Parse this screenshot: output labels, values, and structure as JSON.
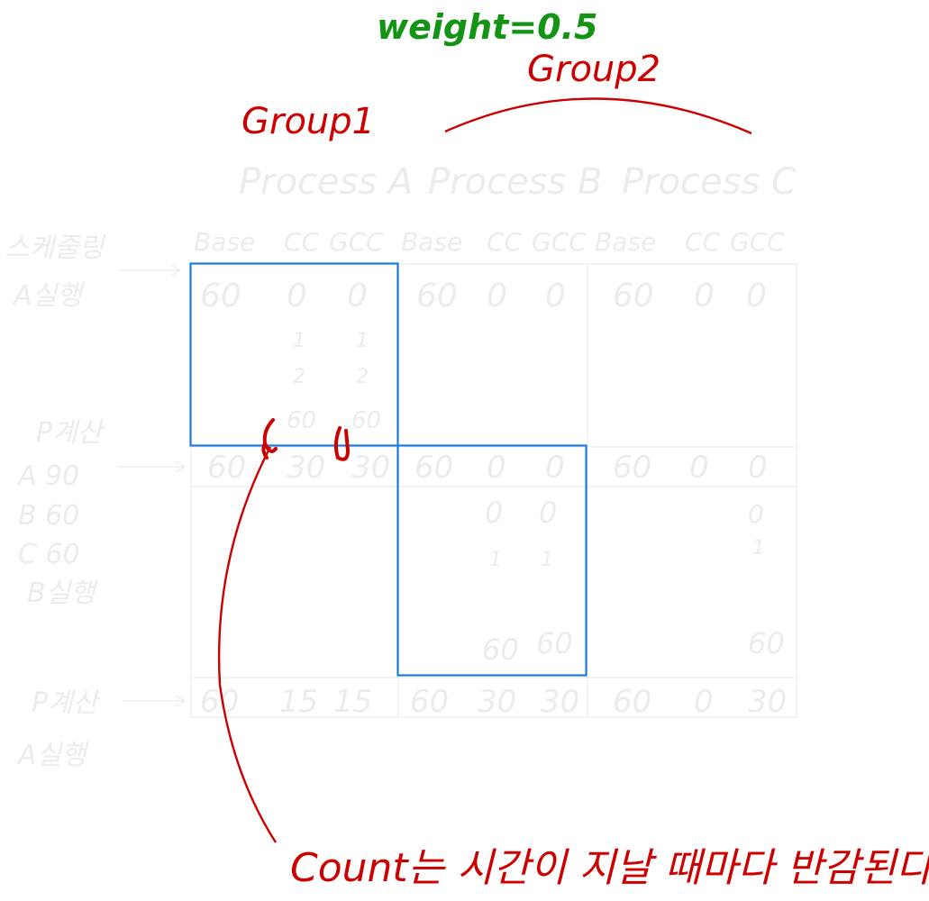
{
  "annotations": {
    "weight": "weight=0.5",
    "group1": "Group1",
    "group2": "Group2",
    "note": "Count는 시간이 지날 때마다 반감된다."
  },
  "table": {
    "processes": [
      "Process A",
      "Process B",
      "Process C"
    ],
    "sub_columns": [
      "Base",
      "CC",
      "GCC",
      "Base",
      "CC",
      "GCC",
      "Base",
      "CC",
      "GCC"
    ],
    "row_labels": [
      "스케줄링",
      "A실행",
      "P계산",
      "A 90",
      "B 60",
      "C 60",
      "B실행",
      "P계산",
      "A실행"
    ],
    "row1": [
      "60",
      "0",
      "0",
      "60",
      "0",
      "0",
      "60",
      "0",
      "0"
    ],
    "halves": [
      "1",
      "2",
      "1",
      "2"
    ],
    "row_mid": [
      "60",
      "60"
    ],
    "row2": [
      "60",
      "30",
      "30",
      "60",
      "0",
      "0",
      "60",
      "0",
      "0"
    ],
    "b_block": [
      "0",
      "0",
      "0",
      "1",
      "1",
      "1",
      "60",
      "60",
      "60"
    ],
    "row3": [
      "60",
      "15",
      "15",
      "60",
      "30",
      "30",
      "60",
      "0",
      "30"
    ]
  },
  "colors": {
    "annotation_red": "#cc0000",
    "annotation_green": "#149414",
    "highlight_blue": "#1e7be0",
    "faint_text": "#ececec"
  }
}
